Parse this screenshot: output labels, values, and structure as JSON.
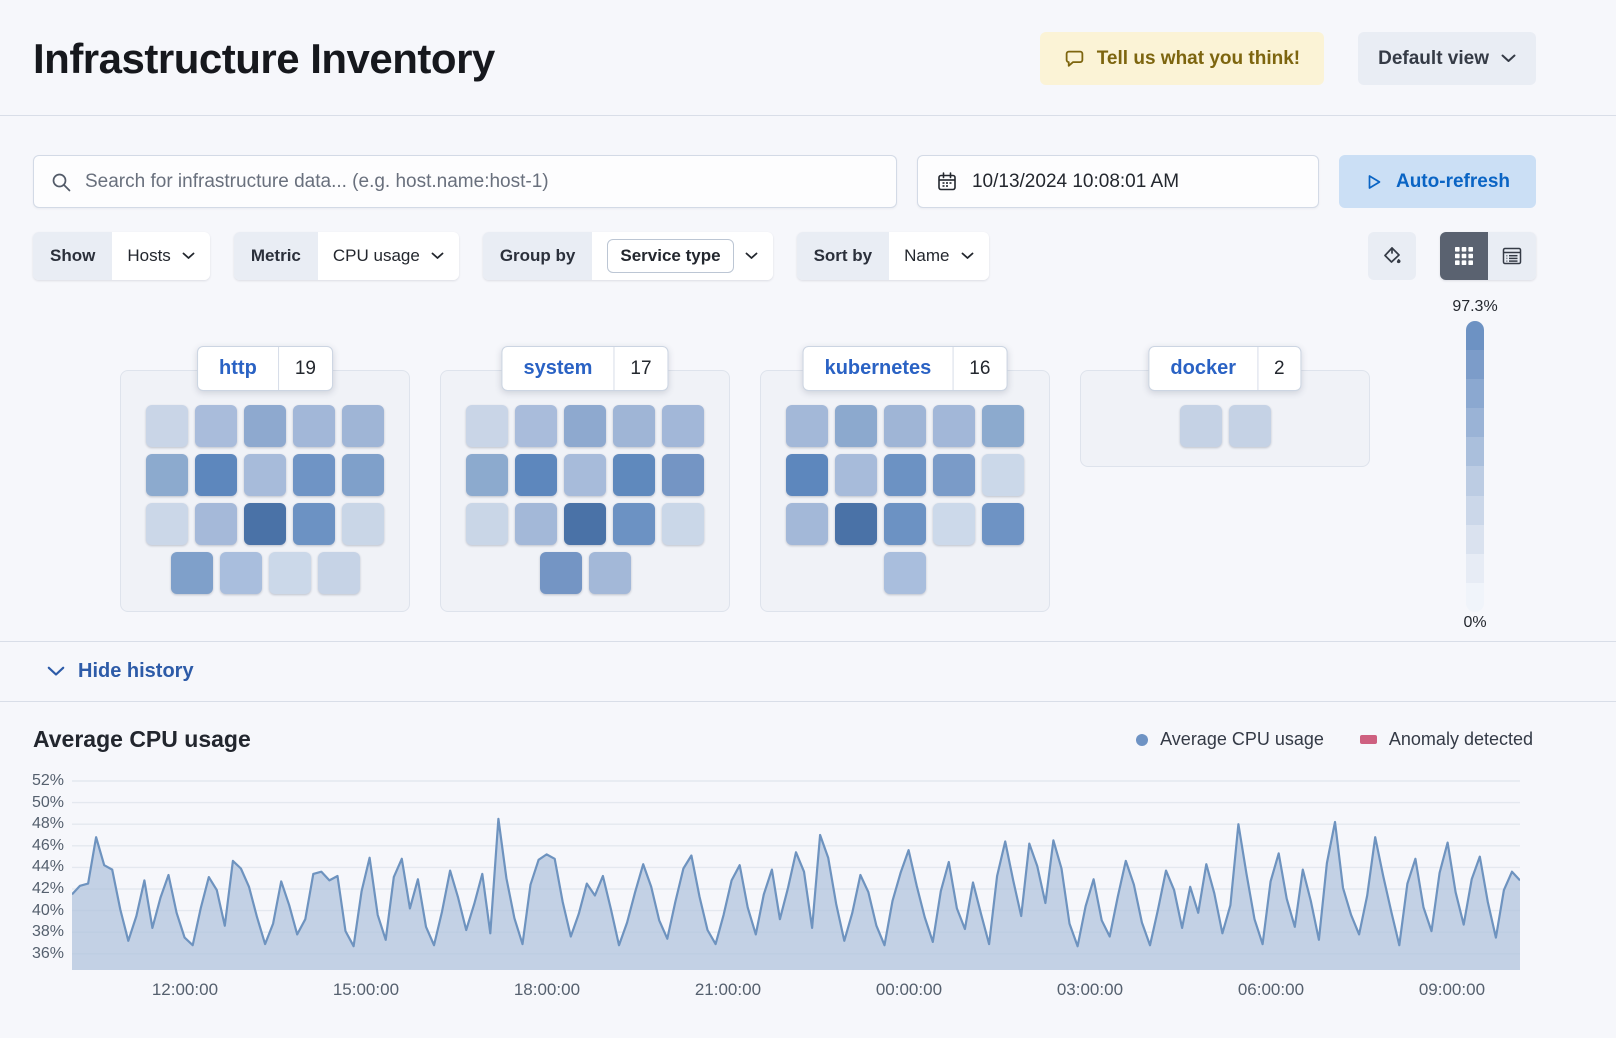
{
  "header": {
    "title": "Infrastructure Inventory",
    "feedback_label": "Tell us what you think!",
    "view_label": "Default view"
  },
  "toolbar": {
    "search_placeholder": "Search for infrastructure data... (e.g. host.name:host-1)",
    "datetime": "10/13/2024 10:08:01 AM",
    "auto_refresh_label": "Auto-refresh"
  },
  "filters": {
    "show_label": "Show",
    "show_value": "Hosts",
    "metric_label": "Metric",
    "metric_value": "CPU usage",
    "group_by_label": "Group by",
    "group_by_value": "Service type",
    "sort_by_label": "Sort by",
    "sort_by_value": "Name"
  },
  "icons": {
    "feedback": "speech-bubble",
    "view_selector": "chevron-down",
    "search": "magnifier",
    "date": "calendar",
    "auto_refresh": "play-outline",
    "fill_color": "paint-bucket",
    "grid_view": "grid-3x3",
    "table_view": "table-rows",
    "history_toggle": "chevron-down"
  },
  "colors": {
    "accent_link_blue": "#2a62c4",
    "history_link_blue": "#2d5ba8",
    "refresh_bg": "#cbdff5",
    "refresh_text": "#0a64c4",
    "feedback_bg": "#fbf3d6",
    "feedback_text": "#7d650f",
    "panel_bg": "#f0f2f7",
    "chart_line": "#6e93bf",
    "chart_fill": "#aec2dc",
    "anomaly": "#ce6080",
    "legend_dot": "#6e93c4"
  },
  "waffle": {
    "groups": [
      {
        "name": "http",
        "count": "19",
        "rows": [
          [
            "#c9d5e7",
            "#a9bcdb",
            "#8ea9cf",
            "#a2b7d8",
            "#9fb5d6"
          ],
          [
            "#8caace",
            "#5d87bd",
            "#a7bbda",
            "#6f94c5",
            "#7fa0ca"
          ],
          [
            "#cbd7e8",
            "#a5b9d9",
            "#4a72a7",
            "#6c92c3",
            "#c9d6e7"
          ],
          [
            "#7fa0ca",
            "#a9bedd",
            "#cbd8e9",
            "#c6d3e6"
          ]
        ]
      },
      {
        "name": "system",
        "count": "17",
        "rows": [
          [
            "#c9d5e7",
            "#a9bcdb",
            "#8ea9cf",
            "#9fb5d6",
            "#a2b7d8"
          ],
          [
            "#8caace",
            "#5d87bd",
            "#a7bbda",
            "#5f89bd",
            "#7495c4"
          ],
          [
            "#c9d6e7",
            "#a3b8d8",
            "#4a72a7",
            "#6c92c3",
            "#cad7e8"
          ],
          [
            "#7495c4",
            "#a3b8d8"
          ]
        ]
      },
      {
        "name": "kubernetes",
        "count": "16",
        "rows": [
          [
            "#a3b8d8",
            "#8ca9ce",
            "#9fb5d6",
            "#a2b7d8",
            "#8caace"
          ],
          [
            "#5d87bd",
            "#a7bbda",
            "#6c92c3",
            "#7a9bc8",
            "#cbd8e9"
          ],
          [
            "#a3b8d8",
            "#4a72a7",
            "#6c92c3",
            "#ccd9ea",
            "#6e93c4"
          ],
          [
            "#a9bedd"
          ]
        ]
      },
      {
        "name": "docker",
        "count": "2",
        "rows": [
          [
            "#c5d2e5",
            "#c5d2e5"
          ]
        ]
      }
    ],
    "legend": {
      "max_label": "97.3%",
      "min_label": "0%",
      "steps": [
        "#6d92c3",
        "#7c9cc9",
        "#8ba8d0",
        "#9ab3d6",
        "#aabfdc",
        "#bccce3",
        "#cbd7e9",
        "#dae2ef",
        "#e7ecf5",
        "#f0f4fa"
      ]
    }
  },
  "history": {
    "toggle_label": "Hide history"
  },
  "chart_data": {
    "type": "area",
    "title": "Average CPU usage",
    "xlabel": "",
    "ylabel": "",
    "ylim": [
      36,
      52
    ],
    "grid": true,
    "legend_position": "top-right",
    "legend": [
      {
        "label": "Average CPU usage",
        "swatch": "dot",
        "color": "#6e93c4"
      },
      {
        "label": "Anomaly detected",
        "swatch": "rect",
        "color": "#ce6080"
      }
    ],
    "yticks": [
      52,
      50,
      48,
      46,
      44,
      42,
      40,
      38,
      36
    ],
    "ytick_labels": [
      "52%",
      "50%",
      "48%",
      "46%",
      "44%",
      "42%",
      "40%",
      "38%",
      "36%"
    ],
    "xticks": [
      "12:00:00",
      "15:00:00",
      "18:00:00",
      "21:00:00",
      "00:00:00",
      "03:00:00",
      "06:00:00",
      "09:00:00"
    ],
    "xtick_first_fraction": 0.078,
    "xtick_step_fraction": 0.125,
    "series": [
      {
        "name": "Average CPU usage",
        "color": "#6e93bf",
        "fill": "#aec2dc",
        "values": [
          41.5,
          42.3,
          42.5,
          46.8,
          44.2,
          43.8,
          40.1,
          37.2,
          39.5,
          42.8,
          38.4,
          41.2,
          43.3,
          39.8,
          37.5,
          36.8,
          40.2,
          43.1,
          41.9,
          38.6,
          44.6,
          43.9,
          42.2,
          39.4,
          36.9,
          38.8,
          42.7,
          40.5,
          37.8,
          39.2,
          43.4,
          43.6,
          42.8,
          43.2,
          38.1,
          36.7,
          41.8,
          44.9,
          39.6,
          37.3,
          43.1,
          44.8,
          40.2,
          42.9,
          38.5,
          36.8,
          39.9,
          43.7,
          41.2,
          38.2,
          40.6,
          43.4,
          37.9,
          48.5,
          43,
          39.3,
          36.9,
          42.4,
          44.7,
          45.2,
          44.8,
          40.8,
          37.6,
          39.7,
          42.5,
          41.4,
          43.2,
          40.1,
          36.8,
          38.9,
          41.7,
          44.3,
          42.2,
          39.1,
          37.4,
          40.8,
          43.9,
          45.1,
          41.3,
          38.2,
          36.9,
          39.6,
          42.8,
          44.2,
          40.3,
          37.8,
          41.5,
          43.8,
          39.2,
          42.1,
          45.4,
          43.6,
          38.4,
          47,
          44.9,
          40.6,
          37.2,
          39.8,
          43.3,
          41.7,
          38.6,
          36.8,
          40.9,
          43.5,
          45.6,
          42.3,
          39.4,
          37.1,
          41.8,
          44.5,
          40.2,
          38.3,
          42.6,
          39.7,
          36.9,
          43.2,
          46.4,
          42.8,
          39.5,
          46.2,
          44.1,
          40.7,
          46.5,
          43.9,
          38.8,
          36.7,
          40.4,
          42.9,
          39.1,
          37.6,
          41.3,
          44.6,
          42.4,
          38.9,
          36.8,
          40.1,
          43.7,
          41.9,
          38.4,
          42.2,
          39.8,
          44.3,
          41.6,
          37.9,
          40.5,
          48,
          43.4,
          39.2,
          36.9,
          42.7,
          45.3,
          41.1,
          38.5,
          43.8,
          40.9,
          37.3,
          44.4,
          48.2,
          42.1,
          39.6,
          37.8,
          41.4,
          46.8,
          43.2,
          39.9,
          36.8,
          42.5,
          44.8,
          40.3,
          38.1,
          43.5,
          46.3,
          41.7,
          38.7,
          42.9,
          45,
          40.8,
          37.5,
          41.9,
          43.6,
          42.8
        ]
      }
    ]
  }
}
